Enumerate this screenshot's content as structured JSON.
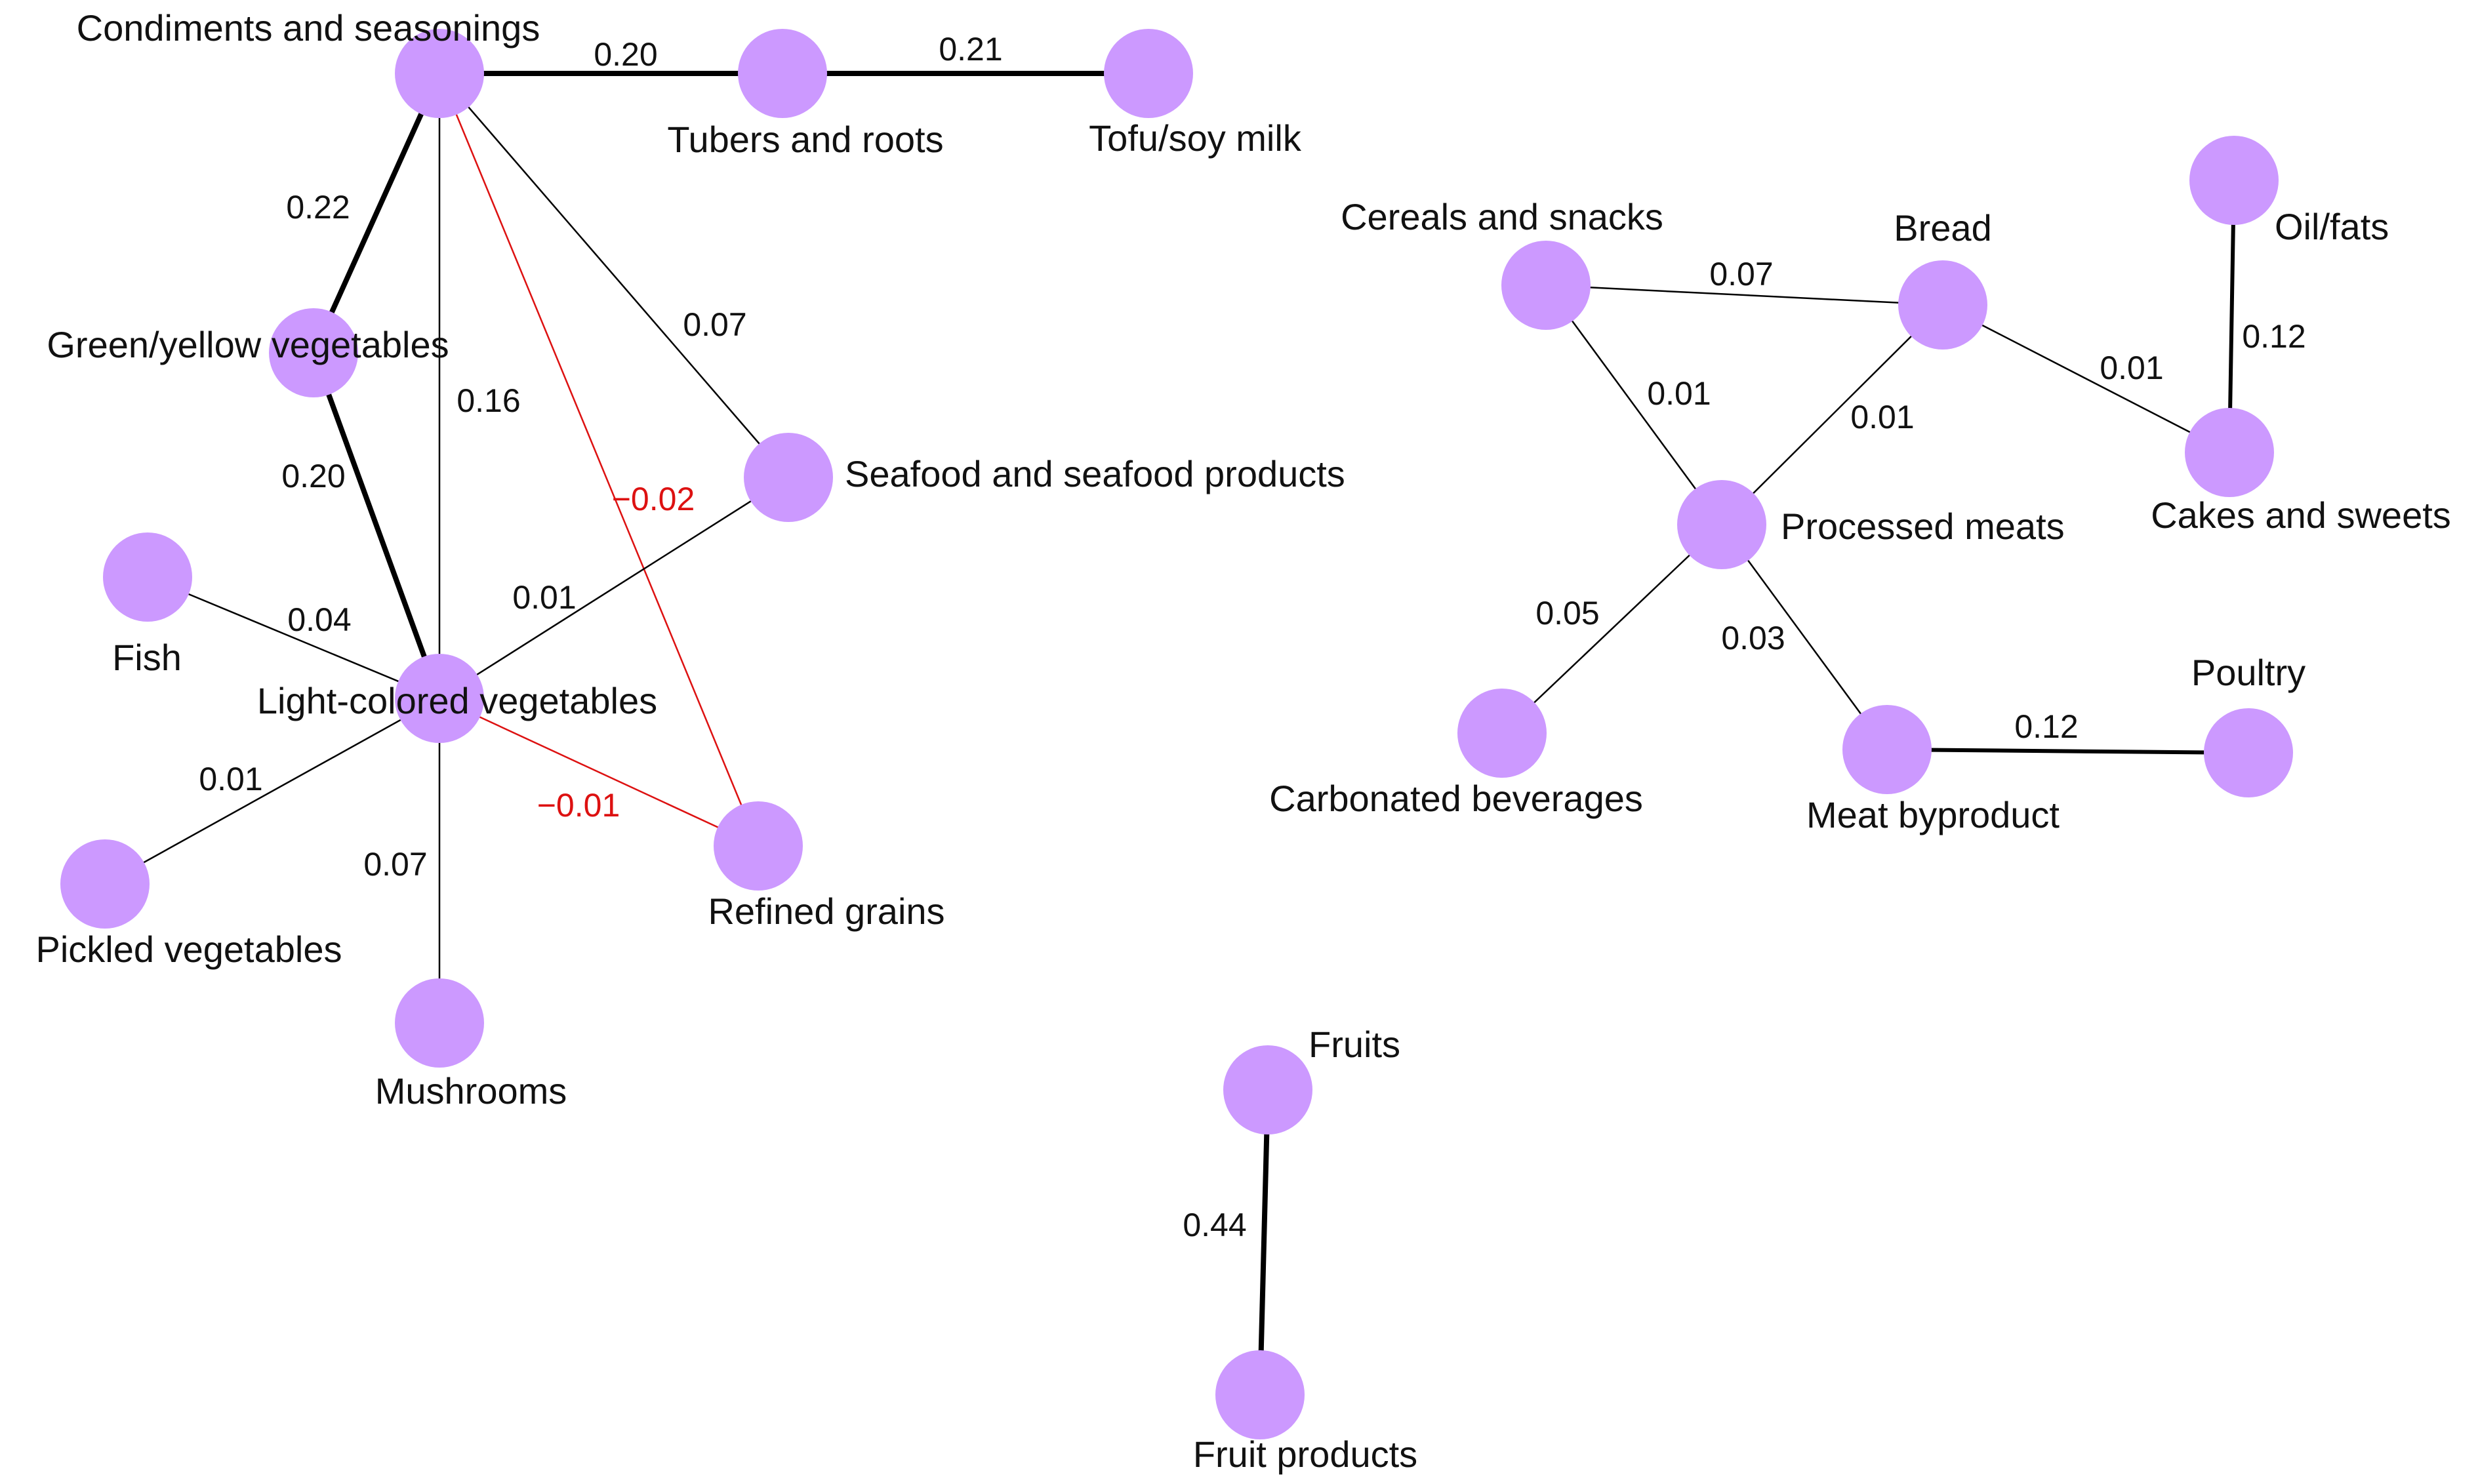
{
  "colors": {
    "node_fill": "#cc99ff",
    "positive_edge": "#000000",
    "negative_edge": "#dd1111",
    "label_text": "#111111"
  },
  "nodes": [
    {
      "id": "condiments",
      "label": "Condiments and seasonings"
    },
    {
      "id": "tubers",
      "label": "Tubers and roots"
    },
    {
      "id": "tofu",
      "label": "Tofu/soy milk"
    },
    {
      "id": "greenyellow",
      "label": "Green/yellow vegetables"
    },
    {
      "id": "seafood",
      "label": "Seafood and seafood products"
    },
    {
      "id": "fish",
      "label": "Fish"
    },
    {
      "id": "lightcolored",
      "label": "Light-colored vegetables"
    },
    {
      "id": "pickled",
      "label": "Pickled vegetables"
    },
    {
      "id": "refined",
      "label": "Refined grains"
    },
    {
      "id": "mushrooms",
      "label": "Mushrooms"
    },
    {
      "id": "cereals",
      "label": "Cereals and snacks"
    },
    {
      "id": "bread",
      "label": "Bread"
    },
    {
      "id": "oilfats",
      "label": "Oil/fats"
    },
    {
      "id": "processed",
      "label": "Processed meats"
    },
    {
      "id": "cakes",
      "label": "Cakes and sweets"
    },
    {
      "id": "carbonated",
      "label": "Carbonated beverages"
    },
    {
      "id": "meatbyproduct",
      "label": "Meat byproduct"
    },
    {
      "id": "poultry",
      "label": "Poultry"
    },
    {
      "id": "fruits",
      "label": "Fruits"
    },
    {
      "id": "fruitproducts",
      "label": "Fruit products"
    }
  ],
  "edges": [
    {
      "source": "condiments",
      "target": "tubers",
      "weight": "0.20"
    },
    {
      "source": "tubers",
      "target": "tofu",
      "weight": "0.21"
    },
    {
      "source": "condiments",
      "target": "greenyellow",
      "weight": "0.22"
    },
    {
      "source": "condiments",
      "target": "lightcolored",
      "weight": "0.16"
    },
    {
      "source": "condiments",
      "target": "refined",
      "weight": "−0.02"
    },
    {
      "source": "condiments",
      "target": "seafood",
      "weight": "0.07"
    },
    {
      "source": "greenyellow",
      "target": "lightcolored",
      "weight": "0.20"
    },
    {
      "source": "fish",
      "target": "lightcolored",
      "weight": "0.04"
    },
    {
      "source": "seafood",
      "target": "lightcolored",
      "weight": "0.01"
    },
    {
      "source": "lightcolored",
      "target": "pickled",
      "weight": "0.01"
    },
    {
      "source": "lightcolored",
      "target": "refined",
      "weight": "−0.01"
    },
    {
      "source": "lightcolored",
      "target": "mushrooms",
      "weight": "0.07"
    },
    {
      "source": "cereals",
      "target": "bread",
      "weight": "0.07"
    },
    {
      "source": "cereals",
      "target": "processed",
      "weight": "0.01"
    },
    {
      "source": "bread",
      "target": "processed",
      "weight": "0.01"
    },
    {
      "source": "bread",
      "target": "cakes",
      "weight": "0.01"
    },
    {
      "source": "oilfats",
      "target": "cakes",
      "weight": "0.12"
    },
    {
      "source": "processed",
      "target": "carbonated",
      "weight": "0.05"
    },
    {
      "source": "processed",
      "target": "meatbyproduct",
      "weight": "0.03"
    },
    {
      "source": "meatbyproduct",
      "target": "poultry",
      "weight": "0.12"
    },
    {
      "source": "fruits",
      "target": "fruitproducts",
      "weight": "0.44"
    }
  ]
}
